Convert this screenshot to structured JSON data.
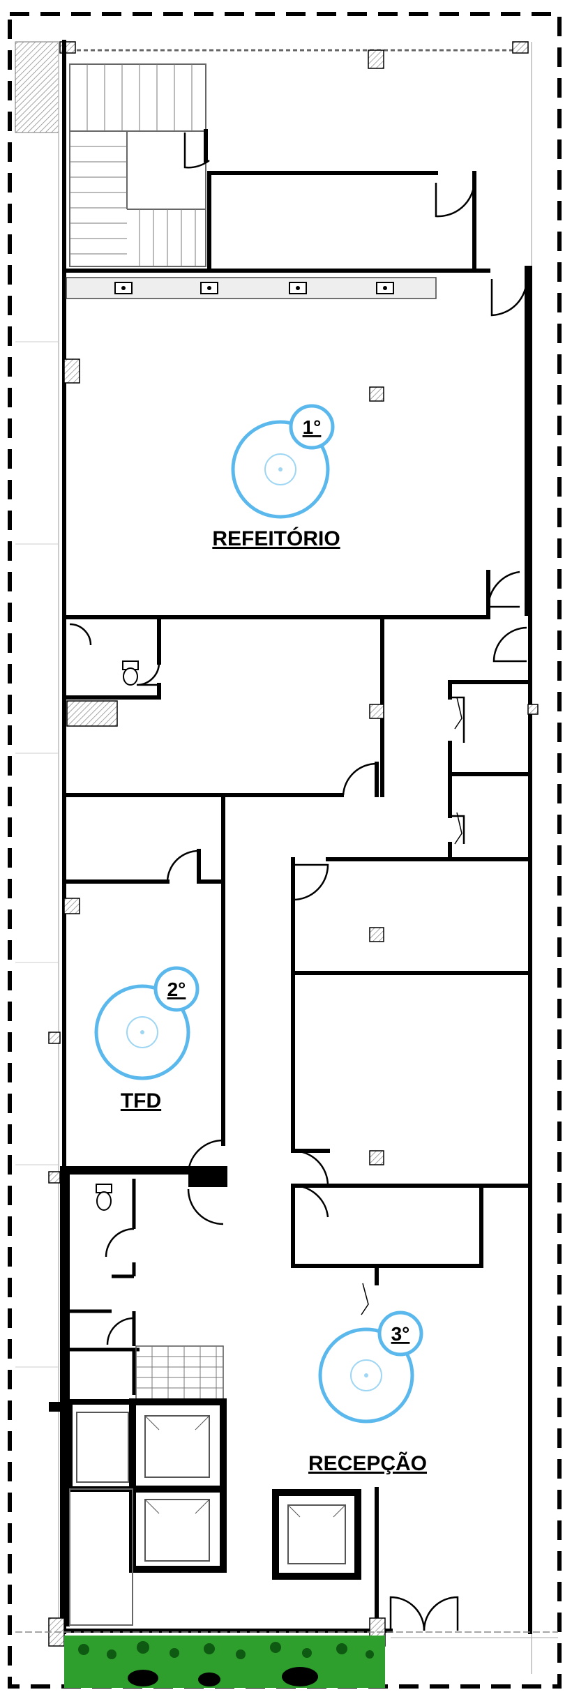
{
  "plan": {
    "rooms": [
      {
        "id": "refeitorio",
        "label": "REFEITÓRIO"
      },
      {
        "id": "tfd",
        "label": "TFD"
      },
      {
        "id": "recepcao",
        "label": "RECEPÇÃO"
      }
    ],
    "access_points": [
      {
        "id": "ap1",
        "label": "1°",
        "icon": "wifi-access-point-icon"
      },
      {
        "id": "ap2",
        "label": "2°",
        "icon": "wifi-access-point-icon"
      },
      {
        "id": "ap3",
        "label": "3°",
        "icon": "wifi-access-point-icon"
      }
    ]
  },
  "colors": {
    "wall": "#000000",
    "ap_ring": "#5bb8ec",
    "ap_inner_ring": "#9fd6f4",
    "column_hatch": "#9a9a9a",
    "garden": "#2e9e2c",
    "garden_dark": "#0f5a12"
  }
}
